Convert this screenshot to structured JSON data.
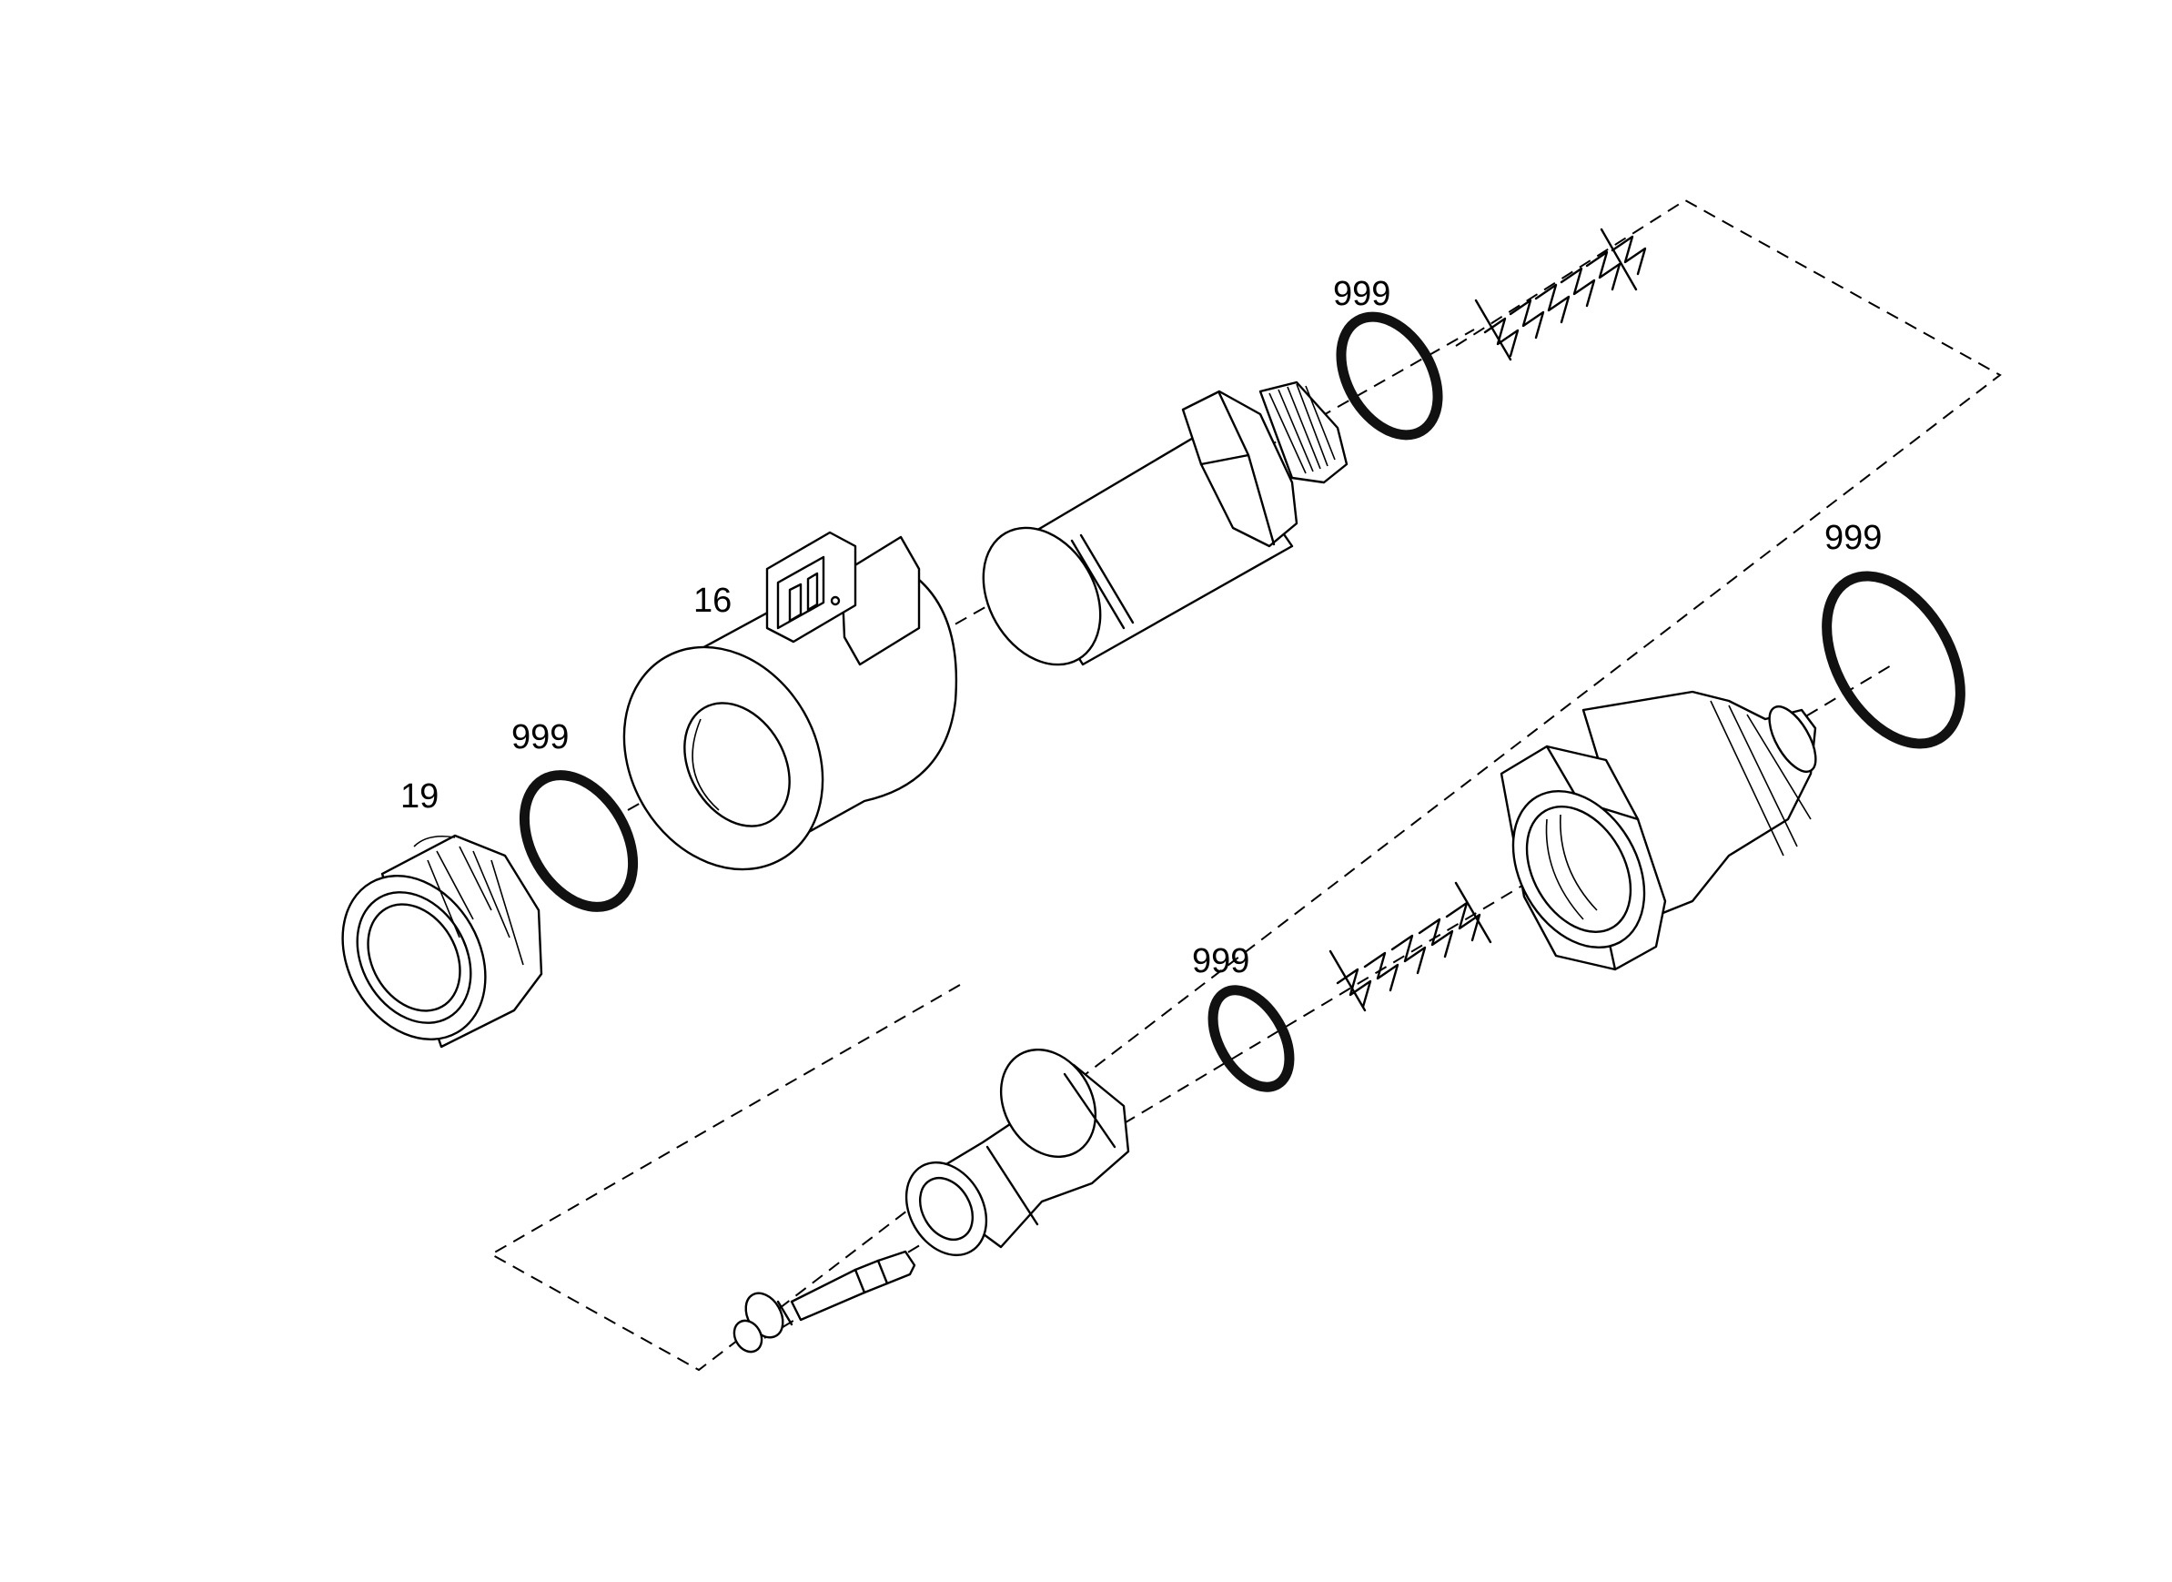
{
  "callouts": {
    "coil": "16",
    "nut": "19",
    "seal_upper_right": "999",
    "seal_right": "999",
    "seal_left": "999",
    "seal_lower": "999"
  }
}
